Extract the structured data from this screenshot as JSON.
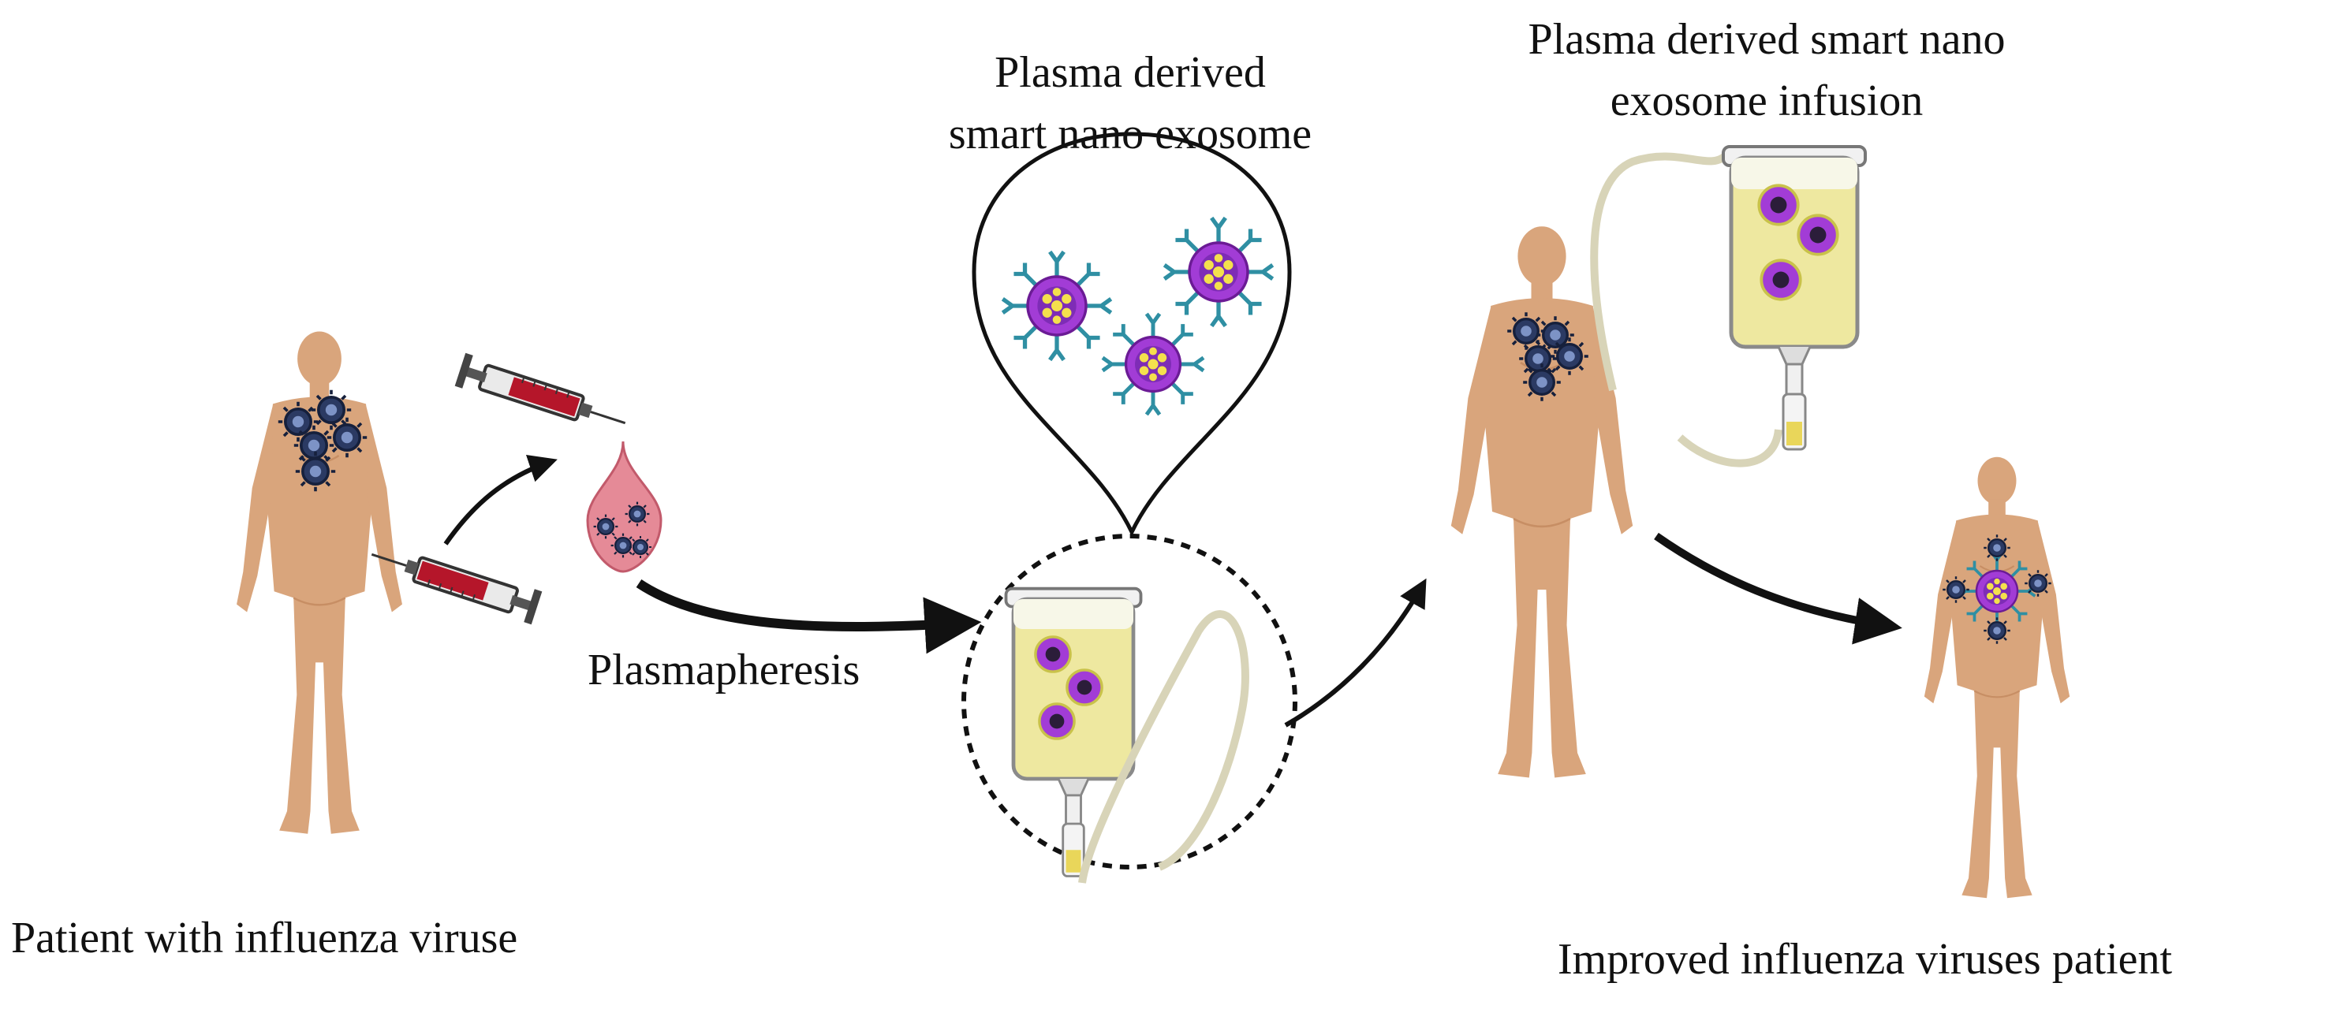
{
  "labels": {
    "patient_with_virus": "Patient with influenza viruse",
    "plasmapheresis": "Plasmapheresis",
    "exosome_line1": "Plasma derived",
    "exosome_line2": "smart nano exosome",
    "infusion_line1": "Plasma derived smart nano",
    "infusion_line2": "exosome infusion",
    "improved_patient": "Improved influenza viruses  patient"
  },
  "colors": {
    "skin": "#d9a57c",
    "skin_shade": "#c78e64",
    "virus": "#2b3a63",
    "exosome": "#a23cd6",
    "exosome_core": "#f4e04d",
    "receptor": "#2f8fa3",
    "blood": "#b5162a",
    "droplet": "#e58a97",
    "plasma_bag": "#eee8a0",
    "arrow": "#111111"
  },
  "icons": [
    "human-figure",
    "virus-particle",
    "syringe",
    "blood-droplet",
    "exosome",
    "iv-bag",
    "arrow"
  ]
}
